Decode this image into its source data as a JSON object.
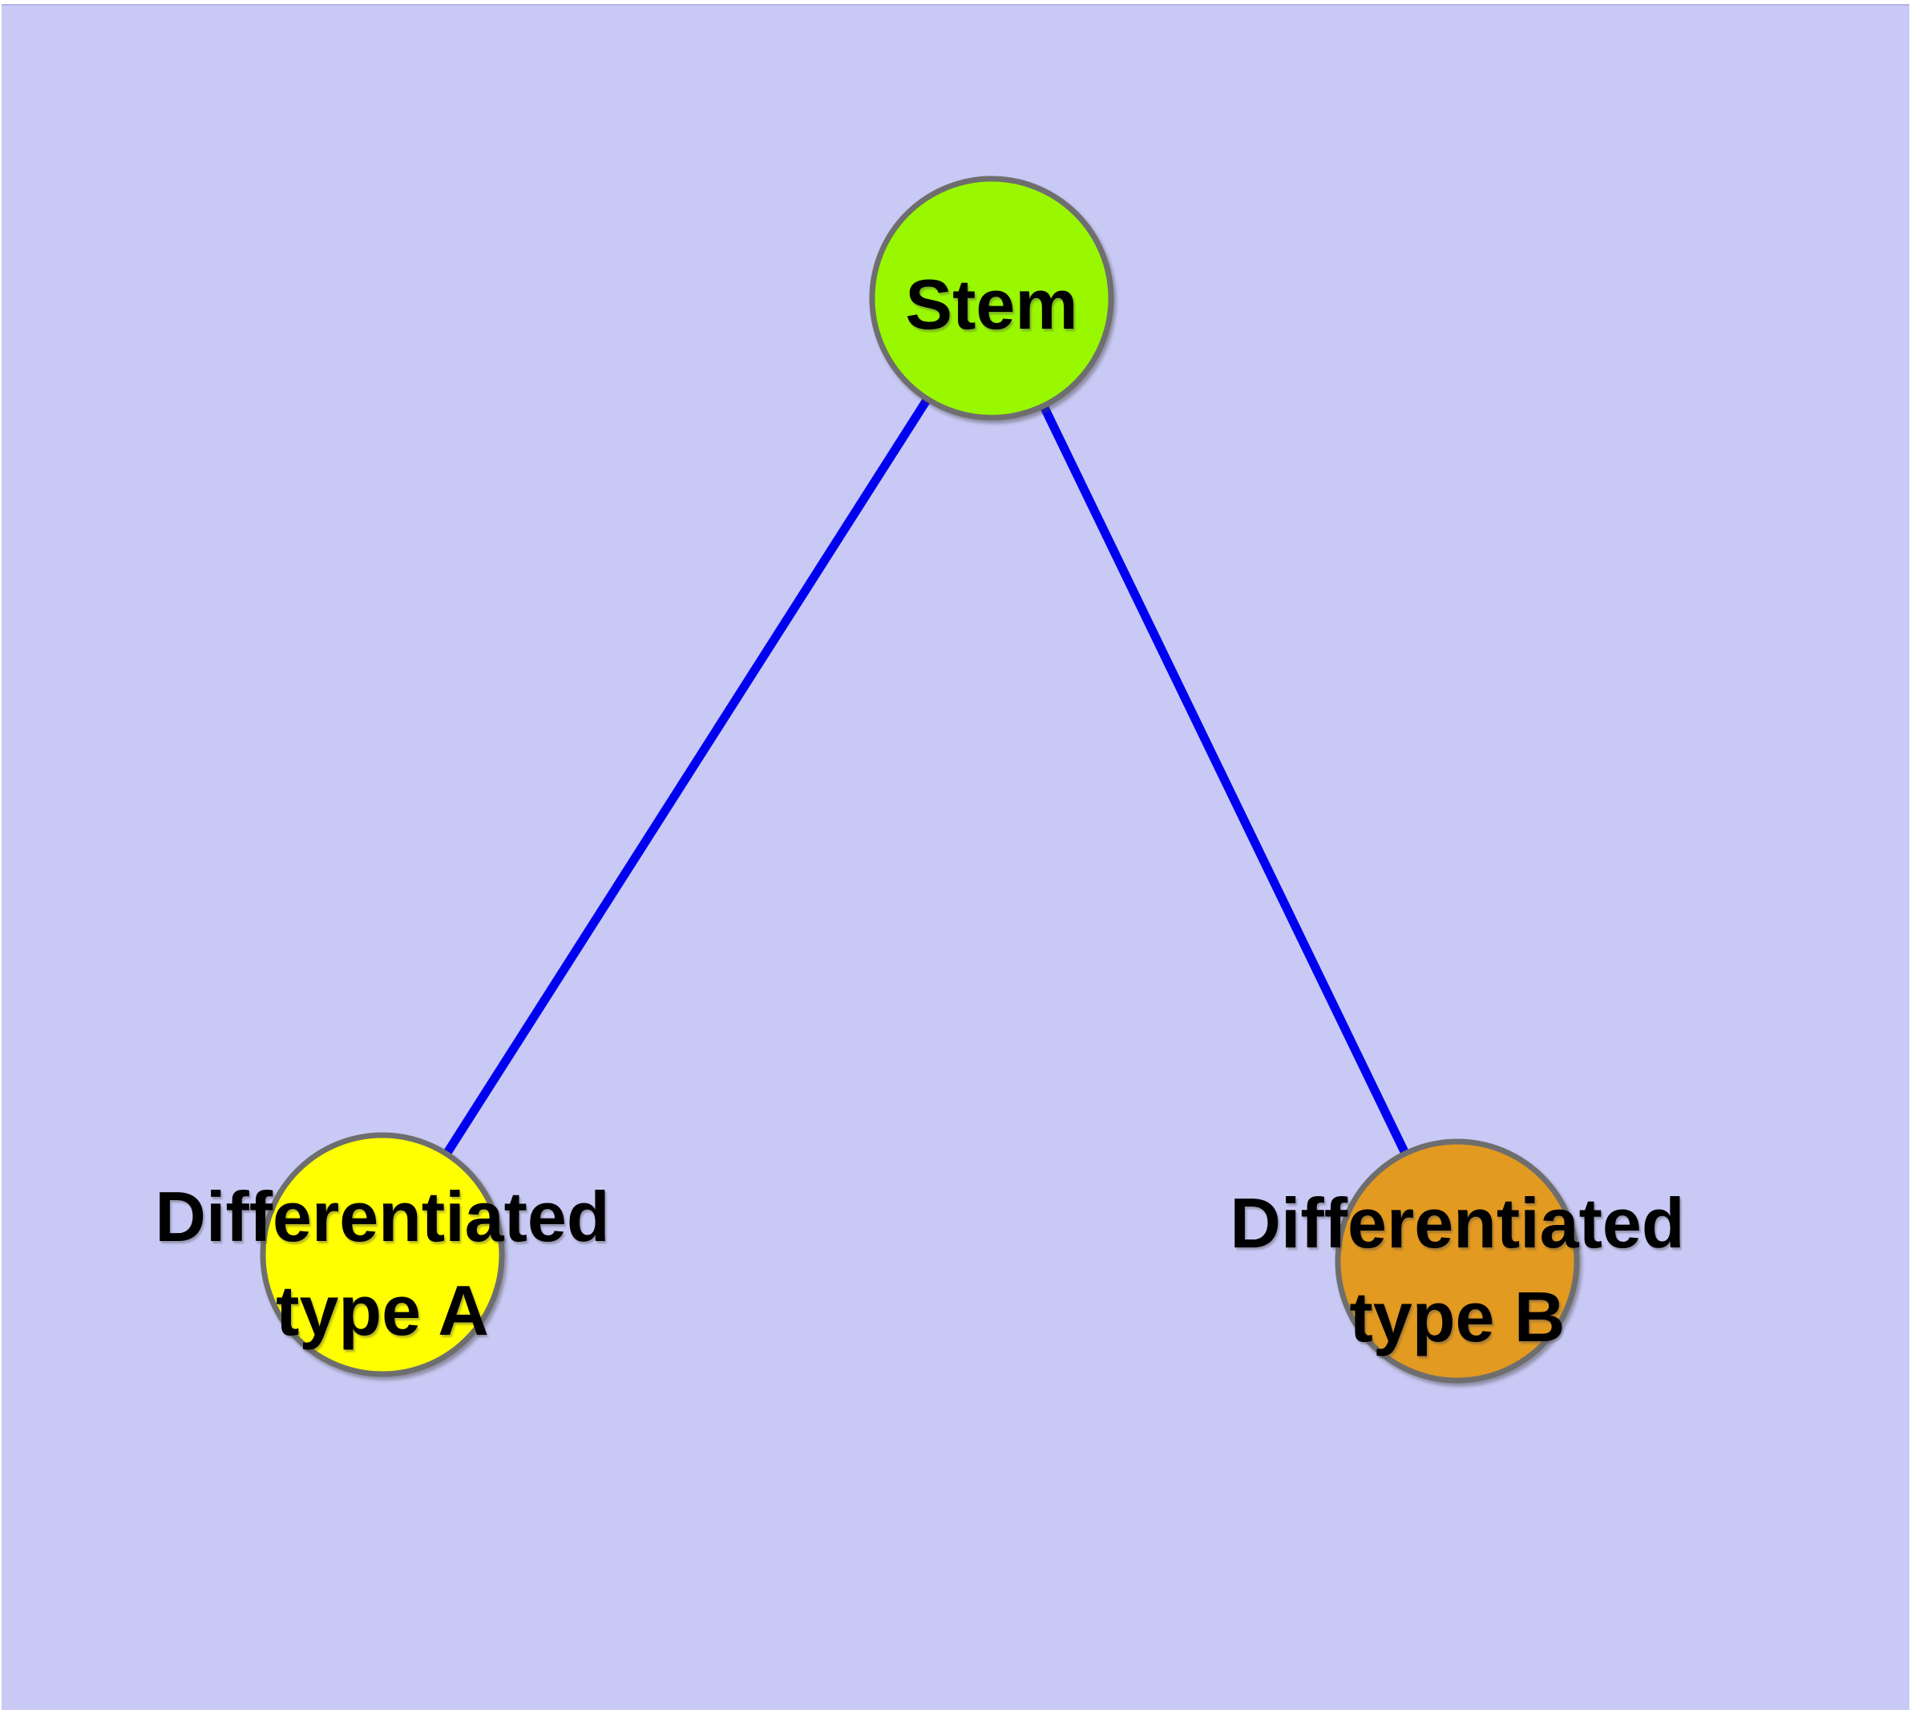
{
  "diagram": {
    "background_color": "#c9c9f5",
    "page_background_color": "#ffffff",
    "panel_top_edge_color": "#b3b3e6",
    "edge_color": "#0000f0",
    "node_border_color": "#6e6e6e",
    "text_color": "#000000",
    "nodes": {
      "stem": {
        "label": "Stem",
        "fill": "#99f800"
      },
      "type_a": {
        "label": "Differentiated type A",
        "line1": "Differentiated",
        "line2": "type A",
        "fill": "#ffff00"
      },
      "type_b": {
        "label": "Differentiated type B",
        "line1": "Differentiated",
        "line2": "type B",
        "fill": "#e39a20"
      }
    },
    "edges": [
      {
        "from": "Stem",
        "to": "Differentiated type A"
      },
      {
        "from": "Stem",
        "to": "Differentiated type B"
      }
    ]
  }
}
